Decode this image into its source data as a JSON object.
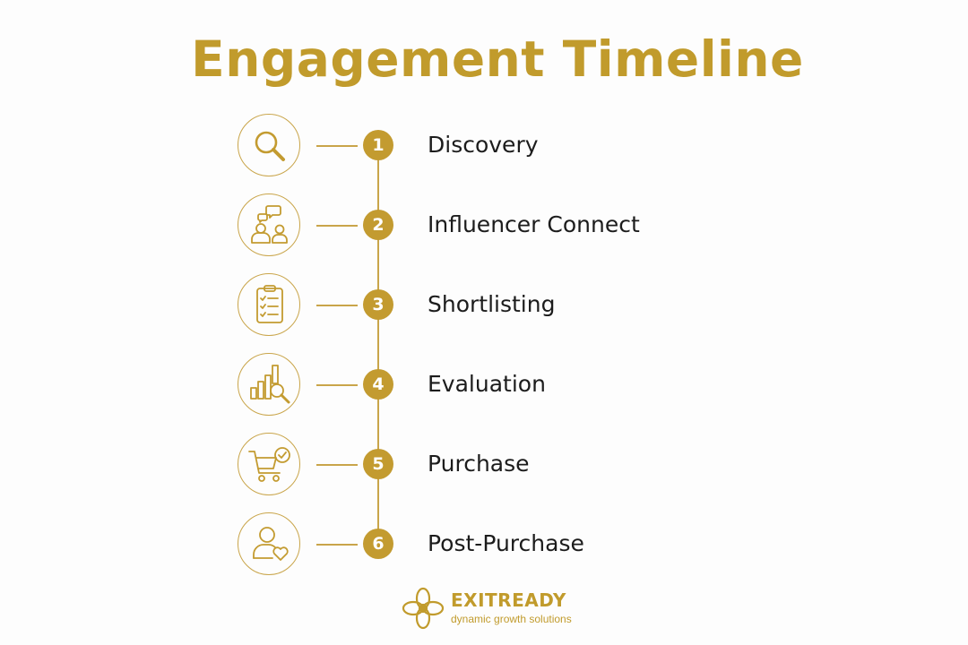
{
  "title": "Engagement Timeline",
  "colors": {
    "accent": "#c39b30",
    "line": "#c9a54a",
    "text": "#1c1c1c",
    "background": "#fdfdfd"
  },
  "steps": [
    {
      "number": "1",
      "label": "Discovery",
      "icon": "search-icon"
    },
    {
      "number": "2",
      "label": "Influencer Connect",
      "icon": "people-chat-icon"
    },
    {
      "number": "3",
      "label": "Shortlisting",
      "icon": "clipboard-checklist-icon"
    },
    {
      "number": "4",
      "label": "Evaluation",
      "icon": "chart-magnifier-icon"
    },
    {
      "number": "5",
      "label": "Purchase",
      "icon": "cart-check-icon"
    },
    {
      "number": "6",
      "label": "Post-Purchase",
      "icon": "user-heart-icon"
    }
  ],
  "brand": {
    "name": "EXITREADY",
    "tagline": "dynamic growth solutions",
    "logo_icon": "flower-logo-icon"
  }
}
